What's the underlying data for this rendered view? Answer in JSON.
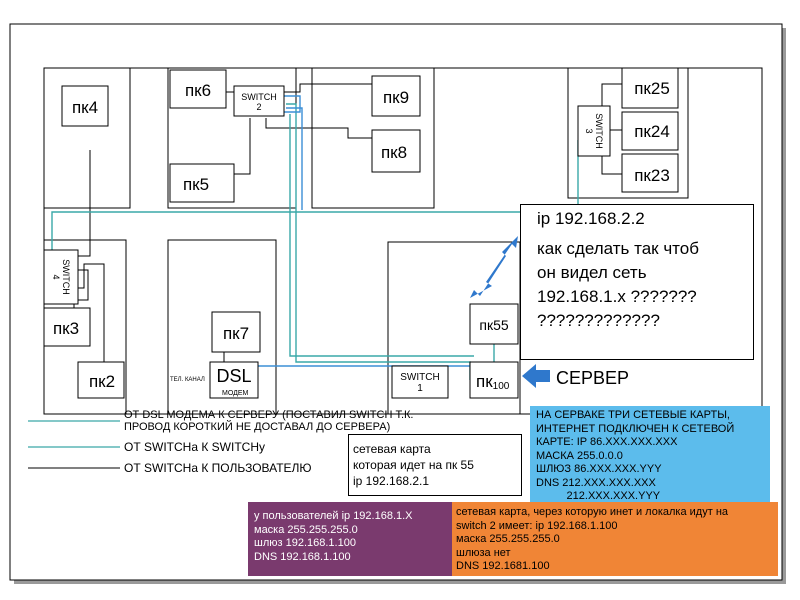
{
  "pcs": {
    "pc4": "пк4",
    "pc6": "пк6",
    "pc5": "пк5",
    "pc9": "пк9",
    "pc8": "пк8",
    "pc25": "пк25",
    "pc24": "пк24",
    "pc23": "пк23",
    "pc3": "пк3",
    "pc2": "пк2",
    "pc7": "пк7",
    "pc55": "пк55",
    "pc100": "пк",
    "pc100_sub": "100"
  },
  "switches": {
    "sw1": "SWITCH\n1",
    "sw2": "SWITCH\n2",
    "sw3": "SWITCH\n3",
    "sw4": "SWITCH\n4"
  },
  "dsl": {
    "label": "DSL",
    "sub": "МОДЕМ",
    "phone": "ТЕЛ. КАНАЛ"
  },
  "server_label": "СЕРВЕР",
  "question": {
    "ip": "ip 192.168.2.2",
    "lines": [
      "как сделать так чтоб",
      "он видел сеть",
      "192.168.1.х ???????",
      "?????????????"
    ]
  },
  "legend": {
    "dsl_line": [
      "ОТ DSL МОДЕМА К СЕРВЕРУ (ПОСТАВИЛ SWITCH Т.К.",
      "ПРОВОД КОРОТКИЙ НЕ ДОСТАВАЛ ДО СЕРВЕРА)"
    ],
    "switch_switch": "ОТ SWITCHа К SWITCHу",
    "switch_user": "ОТ SWITCHа К ПОЛЬЗОВАТЕЛЮ"
  },
  "netcard55": [
    "сетевая карта",
    "которая  идет на пк 55",
    "ip 192.168.2.1"
  ],
  "server_cards": [
    "НА СЕРВАКЕ ТРИ СЕТЕВЫЕ КАРТЫ,",
    "ИНТЕРНЕТ ПОДКЛЮЧЕН К СЕТЕВОЙ",
    "КАРТЕ: IP 86.XXX.XXX.XXX",
    "МАСКА 255.0.0.0",
    "ШЛЮЗ 86.XXX.XXX.YYY",
    "DNS 212.XXX.XXX.XXX",
    "          212.XXX.XXX.YYY"
  ],
  "users_note": [
    "у пользователей ip 192.168.1.Х",
    "маска 255.255.255.0",
    "шлюз 192.168.1.100",
    "DNS 192.168.1.100"
  ],
  "switch2_note": [
    "сетевая карта, через которую инет и локалка идут на",
    "switch 2 имеет: ip 192.168.1.100",
    "маска 255.255.255.0",
    "шлюза нет",
    "DNS 192.1681.100"
  ],
  "colors": {
    "teal": "#3aa8a8",
    "blue_line": "#3c8fd6",
    "arrow": "#2f78cc",
    "cyan_box": "#5cbcec",
    "purple_box": "#7a3a6e",
    "orange_box": "#f08536"
  }
}
